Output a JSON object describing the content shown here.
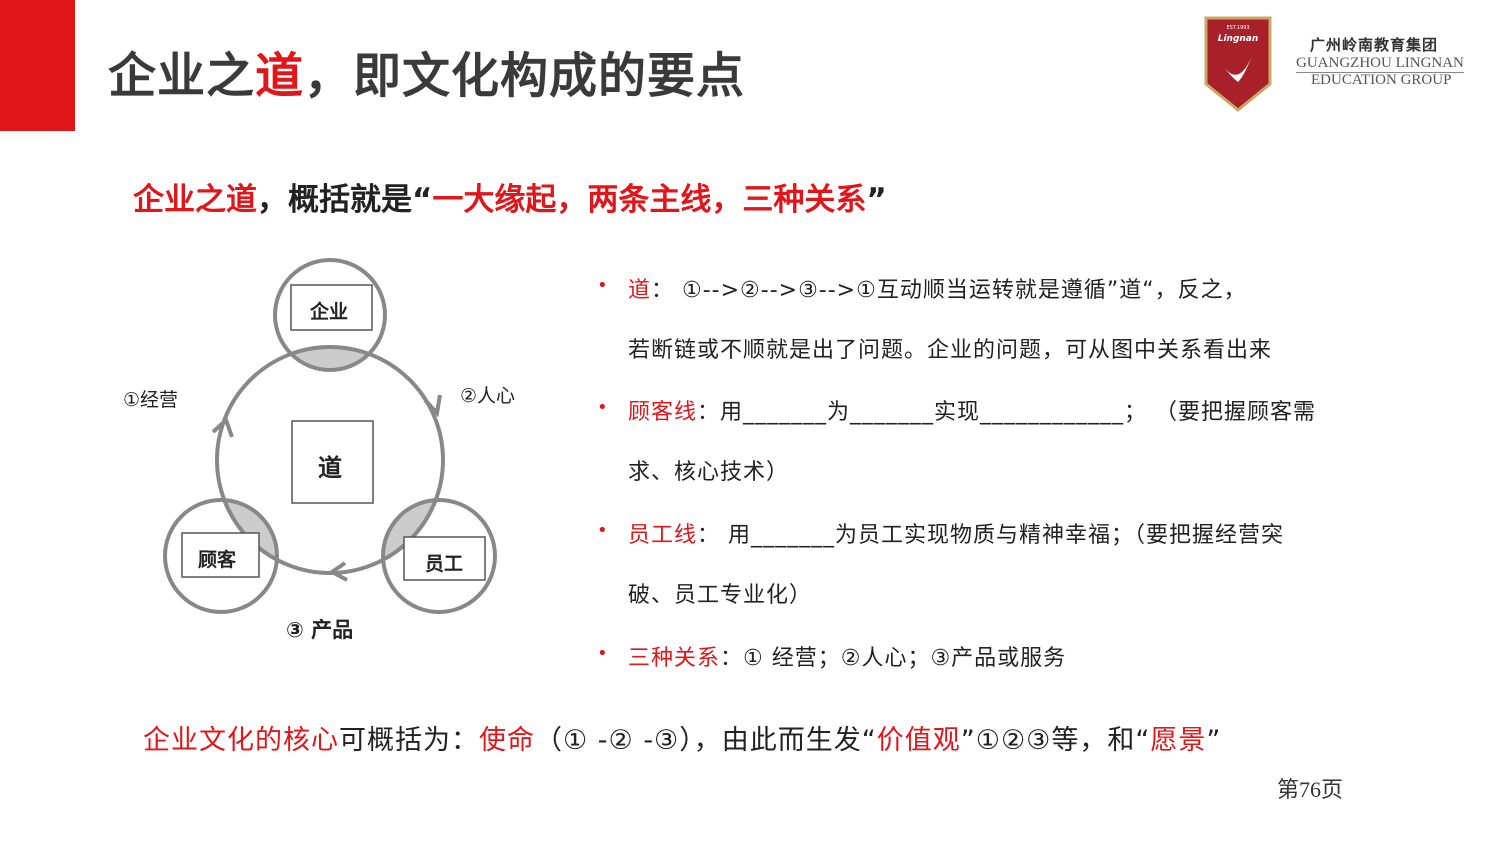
{
  "header": {
    "title_pre": "企业之",
    "title_red": "道",
    "title_post": "，即文化构成的要点"
  },
  "logo": {
    "cn": "广州岭南教育集团",
    "en1": "GUANGZHOU LINGNAN",
    "en2": "EDUCATION GROUP",
    "badge": "Lingnan",
    "est": "EST.1993"
  },
  "subtitle": {
    "red1": "企业之道",
    "black1": "，概括就是“",
    "red2": "一大缘起，两条主线，三种关系",
    "black2": "”"
  },
  "diagram": {
    "top": "企业",
    "center": "道",
    "left": "顾客",
    "right": "员工",
    "label1": "①经营",
    "label2": "②人心",
    "label3": "③ 产品"
  },
  "bullets": [
    {
      "key": "道",
      "rest": "：  ①-->②-->③-->①互动顺当运转就是遵循”道“，反之，",
      "cont": "若断链或不顺就是出了问题。企业的问题，可从图中关系看出来"
    },
    {
      "key": "顾客线",
      "rest": "：用_______为_______实现____________；  （要把握顾客需",
      "cont": "求、核心技术）"
    },
    {
      "key": "员工线",
      "rest": "：  用_______为员工实现物质与精神幸福；（要把握经营突",
      "cont": "破、员工专业化）"
    },
    {
      "key": "三种关系",
      "rest": "：①  经营；②人心；③产品或服务"
    }
  ],
  "bottom": {
    "r1": "企业文化的核心",
    "b1": "可概括为：",
    "r2": "使命",
    "b2": "（① -② -③），由此而生发“",
    "r3": "价值观",
    "b3": "”①②③等，和“",
    "r4": "愿景",
    "b4": "”"
  },
  "page": "第76页",
  "colors": {
    "accent": "#e0161b"
  }
}
